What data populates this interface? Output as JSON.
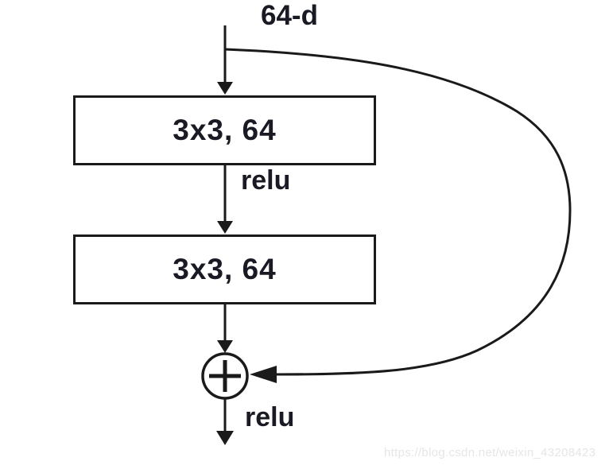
{
  "diagram": {
    "title": "residual-block",
    "input_label": "64-d",
    "layers": [
      {
        "name": "conv1",
        "label": "3x3, 64"
      },
      {
        "name": "conv2",
        "label": "3x3, 64"
      }
    ],
    "conv1_label": "3x3, 64",
    "conv2_label": "3x3, 64",
    "relu1_label": "relu",
    "relu2_label": "relu",
    "add_operator": "plus",
    "skip_connection": "identity shortcut from input to addition node",
    "watermark": "https://blog.csdn.net/weixin_43208423",
    "colors": {
      "line": "#1a1a1a",
      "text": "#1a1a24",
      "box_fill": "#ffffff",
      "watermark": "#e6e6e4",
      "background": "#ffffff"
    }
  }
}
